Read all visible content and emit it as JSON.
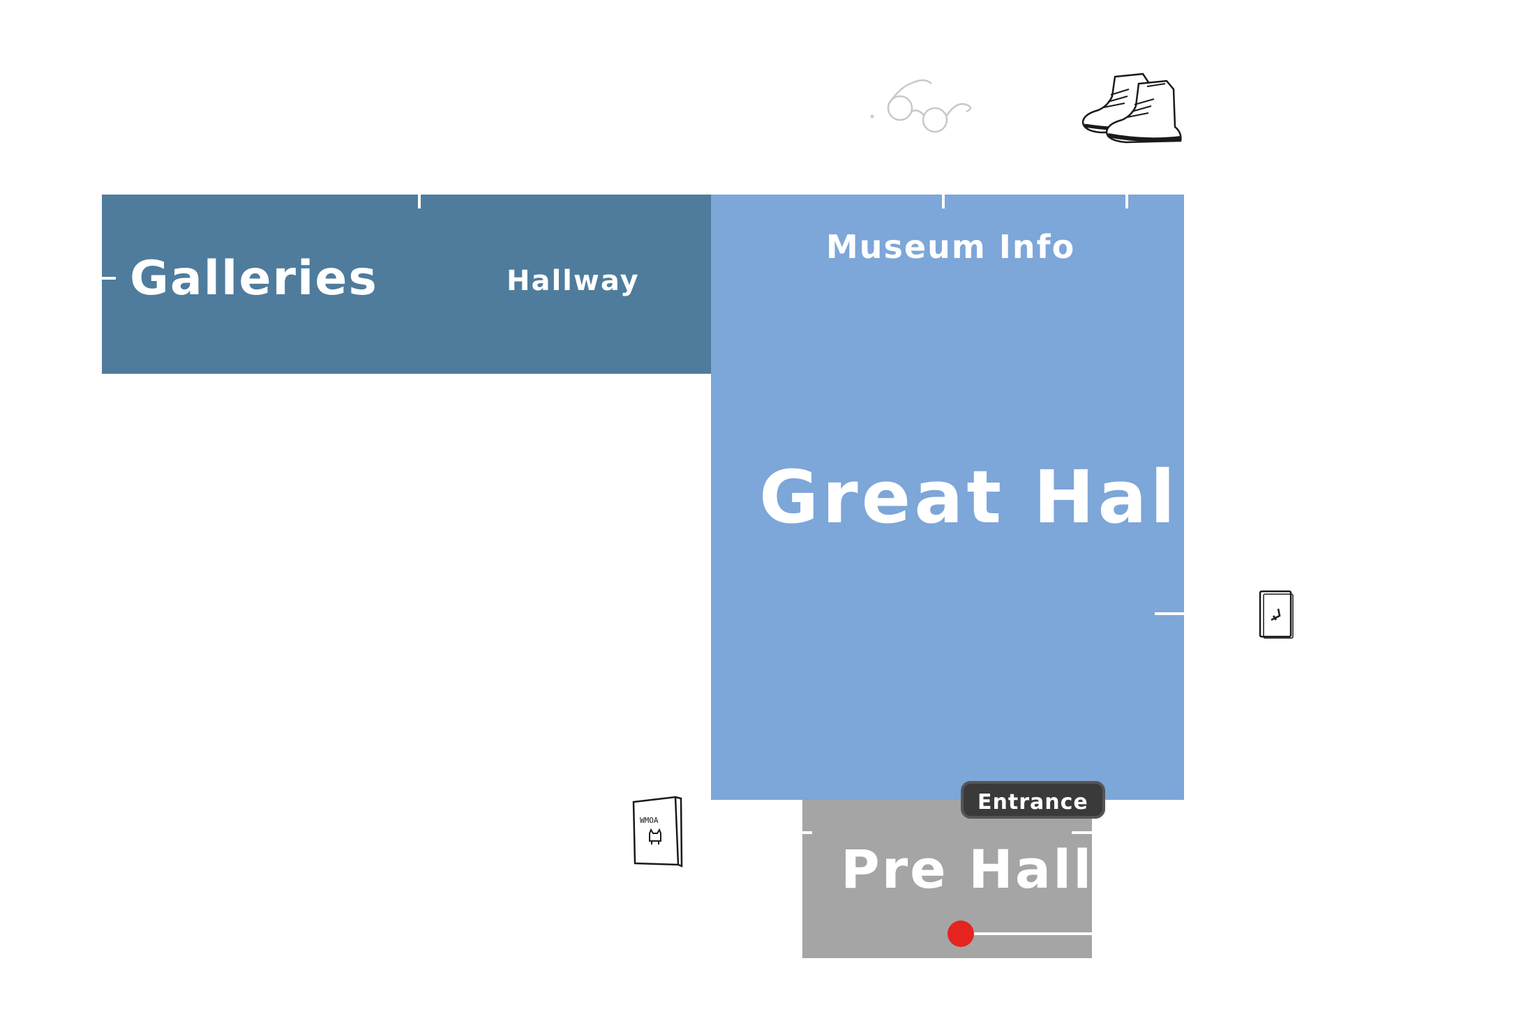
{
  "rooms": {
    "galleries": "Galleries",
    "hallway": "Hallway",
    "museum_info": "Museum Info",
    "great_hall": "Great Hall",
    "pre_hall": "Pre Hall"
  },
  "entrance_label": "Entrance",
  "colors": {
    "galleries_wing": "#4f7c9c",
    "great_hall": "#7da6d9",
    "pre_hall": "#a6a5a6",
    "entrance_badge": "#3a3a3a",
    "you_are_here": "#e52420"
  },
  "icons": {
    "top": [
      "glasses-icon",
      "boots-icon"
    ],
    "right": "light-switch-icon",
    "bottom_left": "museum-brochure-icon"
  },
  "brochure_text": "WMOA"
}
